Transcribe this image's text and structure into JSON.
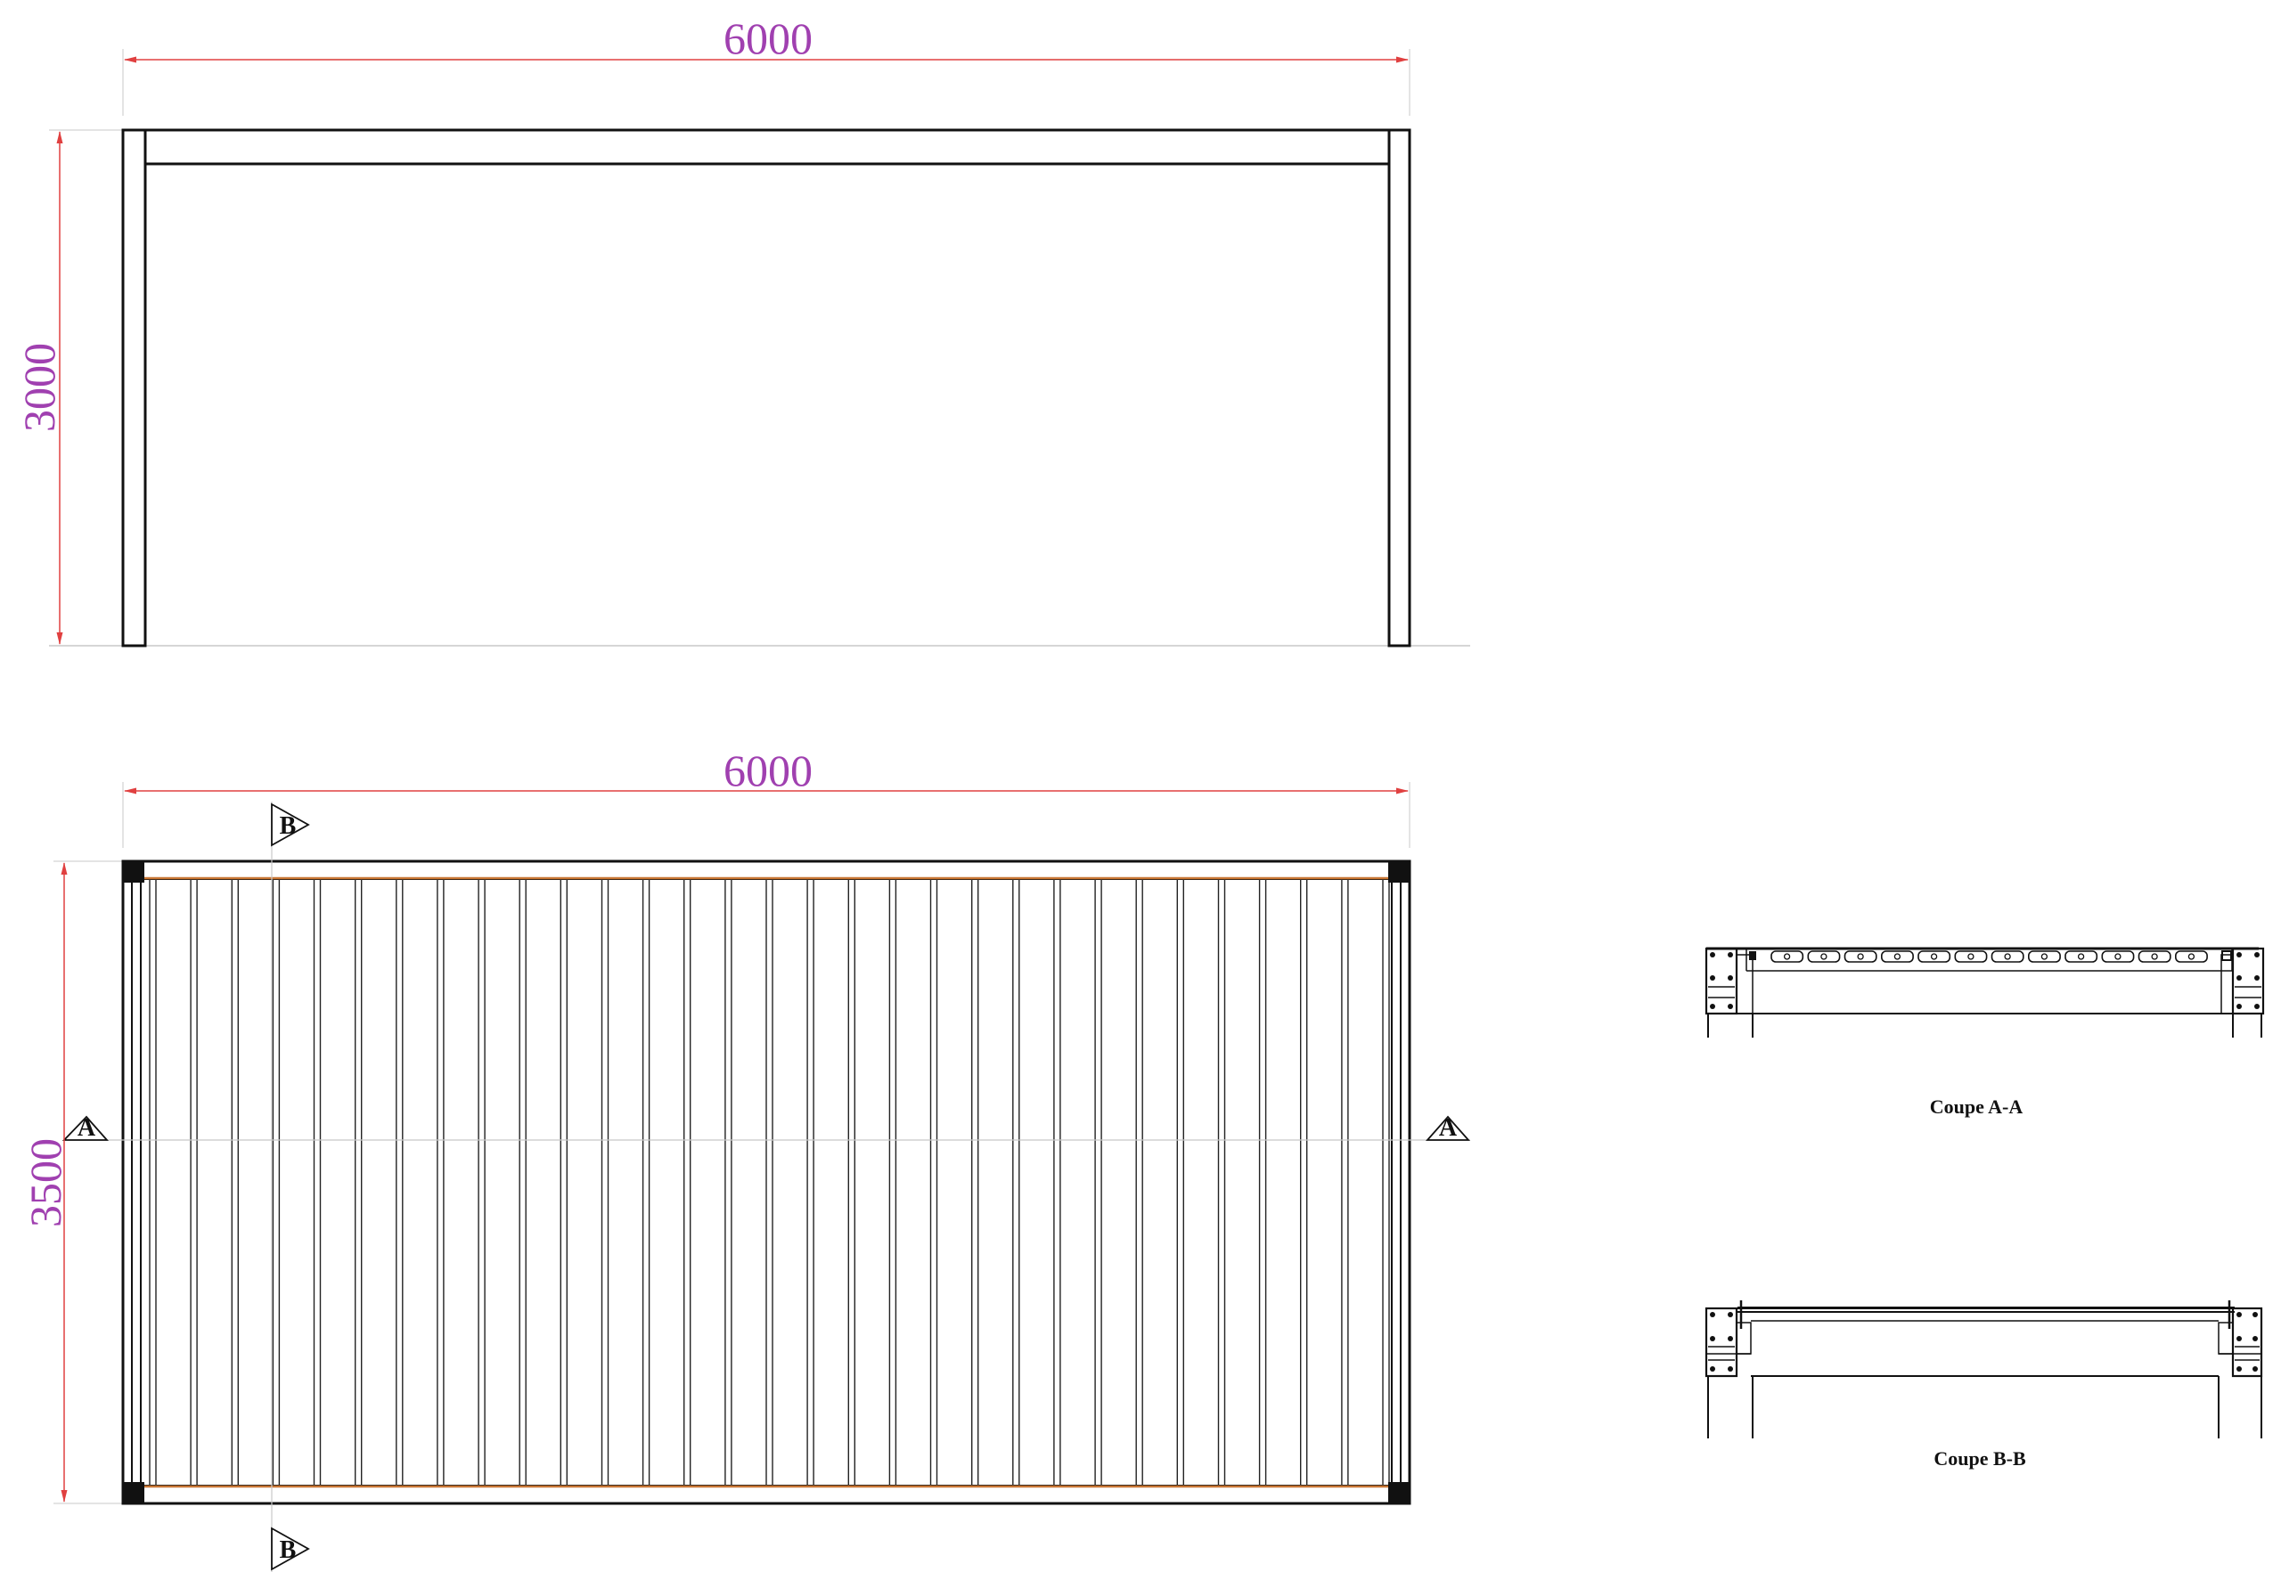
{
  "colors": {
    "dimension_text": "#a040b0",
    "dimension_line": "#e04040",
    "outline": "#111111",
    "slat_end": "#c87533",
    "guide": "#c8c8c8"
  },
  "elevation": {
    "width_label": "6000",
    "height_label": "3000"
  },
  "plan": {
    "width_label": "6000",
    "height_label": "3500",
    "section_a_marker": "A",
    "section_b_marker": "B",
    "slat_count": 31
  },
  "sections": {
    "a_caption": "Coupe A-A",
    "b_caption": "Coupe B-B"
  }
}
